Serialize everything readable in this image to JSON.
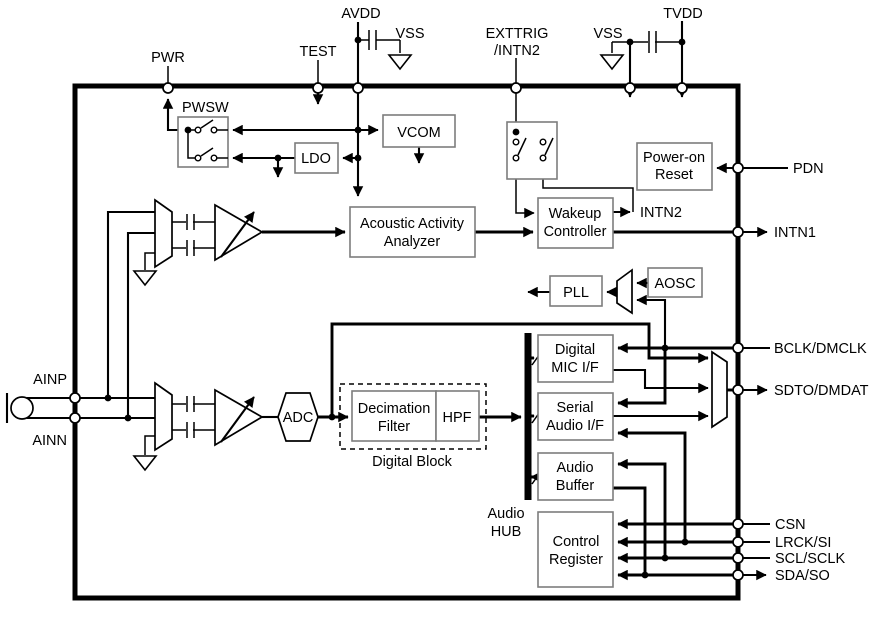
{
  "colors": {
    "background": "#ffffff",
    "wire": "#000000",
    "box_border": "#7d7d7d",
    "text": "#000000",
    "pin_fill": "#ffffff"
  },
  "pins": {
    "top": {
      "pwr": "PWR",
      "test": "TEST",
      "avdd": "AVDD",
      "vss_left": "VSS",
      "exttrig_line1": "EXTTRIG",
      "exttrig_line2": "/INTN2",
      "vss_right": "VSS",
      "tvdd": "TVDD"
    },
    "right": {
      "pdn": "PDN",
      "intn1": "INTN1",
      "bclk": "BCLK/DMCLK",
      "sdto": "SDTO/DMDAT",
      "csn": "CSN",
      "lrck": "LRCK/SI",
      "scl": "SCL/SCLK",
      "sda": "SDA/SO"
    },
    "left": {
      "ainp": "AINP",
      "ainn": "AINN"
    }
  },
  "blocks": {
    "pwsw": "PWSW",
    "ldo": "LDO",
    "vcom": "VCOM",
    "power_on_reset": {
      "line1": "Power-on",
      "line2": "Reset"
    },
    "wakeup_controller": {
      "line1": "Wakeup",
      "line2": "Controller"
    },
    "acoustic_activity_analyzer": {
      "line1": "Acoustic Activity",
      "line2": "Analyzer"
    },
    "pll": "PLL",
    "aosc": "AOSC",
    "adc": "ADC",
    "decimation_filter": {
      "line1": "Decimation",
      "line2": "Filter"
    },
    "hpf": "HPF",
    "digital_mic_if": {
      "line1": "Digital",
      "line2": "MIC I/F"
    },
    "serial_audio_if": {
      "line1": "Serial",
      "line2": "Audio I/F"
    },
    "audio_buffer": {
      "line1": "Audio",
      "line2": "Buffer"
    },
    "control_register": {
      "line1": "Control",
      "line2": "Register"
    }
  },
  "labels": {
    "digital_block": "Digital Block",
    "audio_hub_line1": "Audio",
    "audio_hub_line2": "HUB",
    "intn2_internal": "INTN2"
  }
}
